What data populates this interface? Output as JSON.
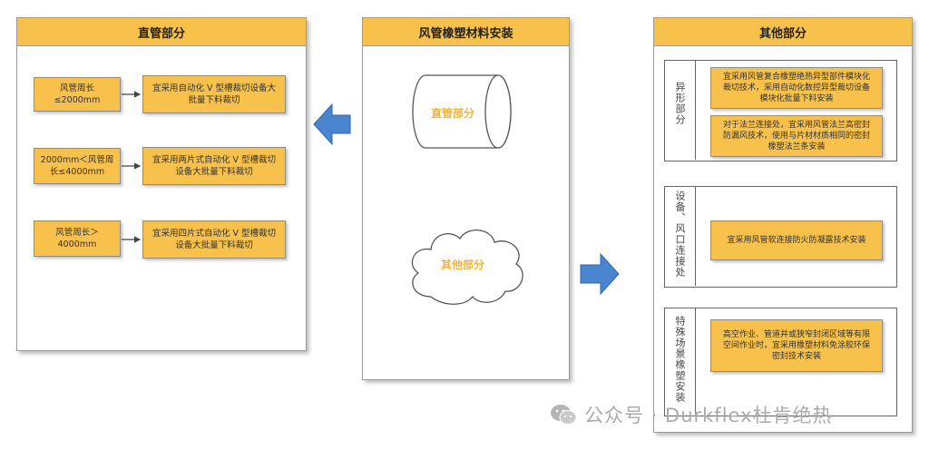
{
  "colors": {
    "accent": "#f7c14b",
    "arrow": "#4a86d0"
  },
  "left_panel": {
    "title": "直管部分",
    "rows": [
      {
        "condition": "风管周长\n≤2000mm",
        "action": "宜采用自动化 V 型槽裁切设备大\n批量下料裁切"
      },
      {
        "condition": "2000mm＜风管周\n长≤4000mm",
        "action": "宜采用两片式自动化 V 型槽裁切\n设备大批量下料裁切"
      },
      {
        "condition": "风管周长＞\n4000mm",
        "action": "宜采用四片式自动化 V 型槽裁切\n设备大批量下料裁切"
      }
    ]
  },
  "center_panel": {
    "title": "风管橡塑材料安装",
    "cylinder_label": "直管部分",
    "cloud_label": "其他部分"
  },
  "right_panel": {
    "title": "其他部分",
    "sections": [
      {
        "label": "异形部分",
        "items": [
          "宜采用风管复合橡塑绝热异型部件模块化\n裁切技术，采用自动化数控异型裁切设备\n模块化批量下料安装",
          "对于法兰连接处，宜采用风管法兰高密封\n防漏风技术，使用与片材材质相同的密封\n橡塑法兰条安装"
        ]
      },
      {
        "label": "设备、风口连接处",
        "items": [
          "宜采用风管软连接防火防凝露技术安装"
        ]
      },
      {
        "label": "特殊场景橡塑安装",
        "items": [
          "高空作业、管道井或狭窄封闭区域等有限\n空间作业时，宜采用橡塑材料免涂胶环保\n密封技术安装"
        ]
      }
    ]
  },
  "watermark": {
    "icon": "wechat-icon",
    "text": "公众号 · Durkflex杜肯绝热"
  }
}
